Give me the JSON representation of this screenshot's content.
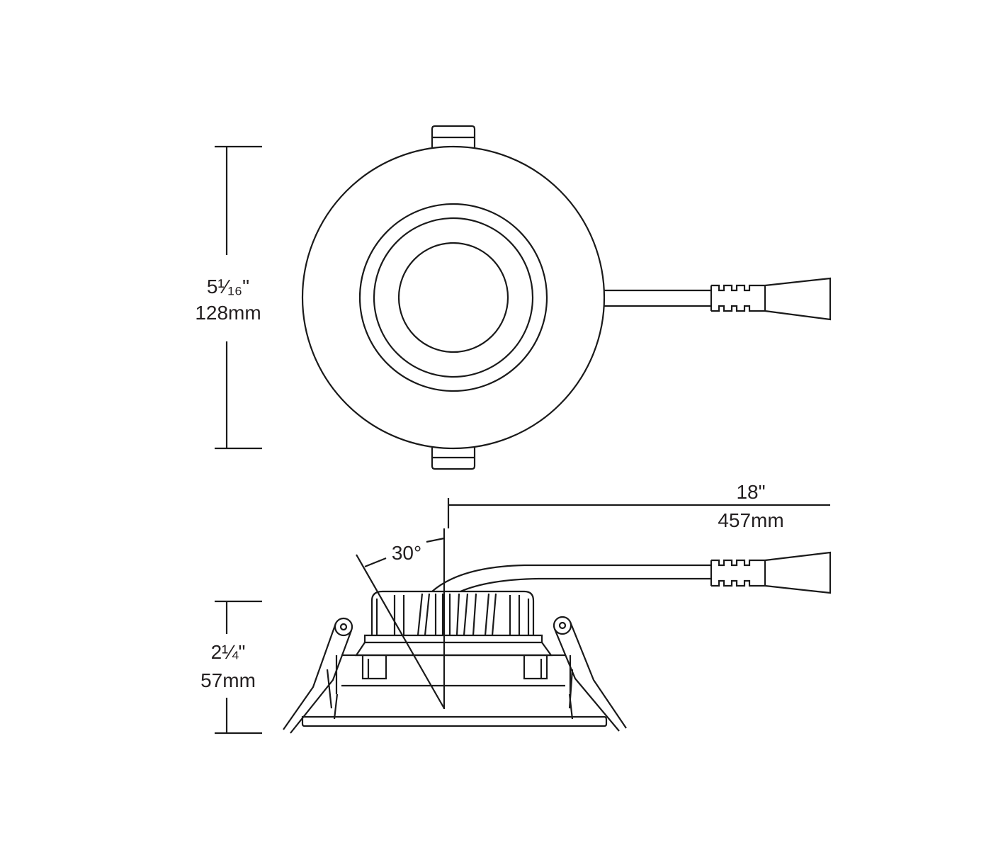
{
  "top_view": {
    "height_dimension": {
      "imperial": "5¹⁄₁₆\"",
      "metric": "128mm"
    }
  },
  "side_view": {
    "height_dimension": {
      "imperial": "2¼\"",
      "metric": "57mm"
    },
    "cable_length": {
      "imperial": "18\"",
      "metric": "457mm"
    },
    "tilt_angle": "30°"
  }
}
